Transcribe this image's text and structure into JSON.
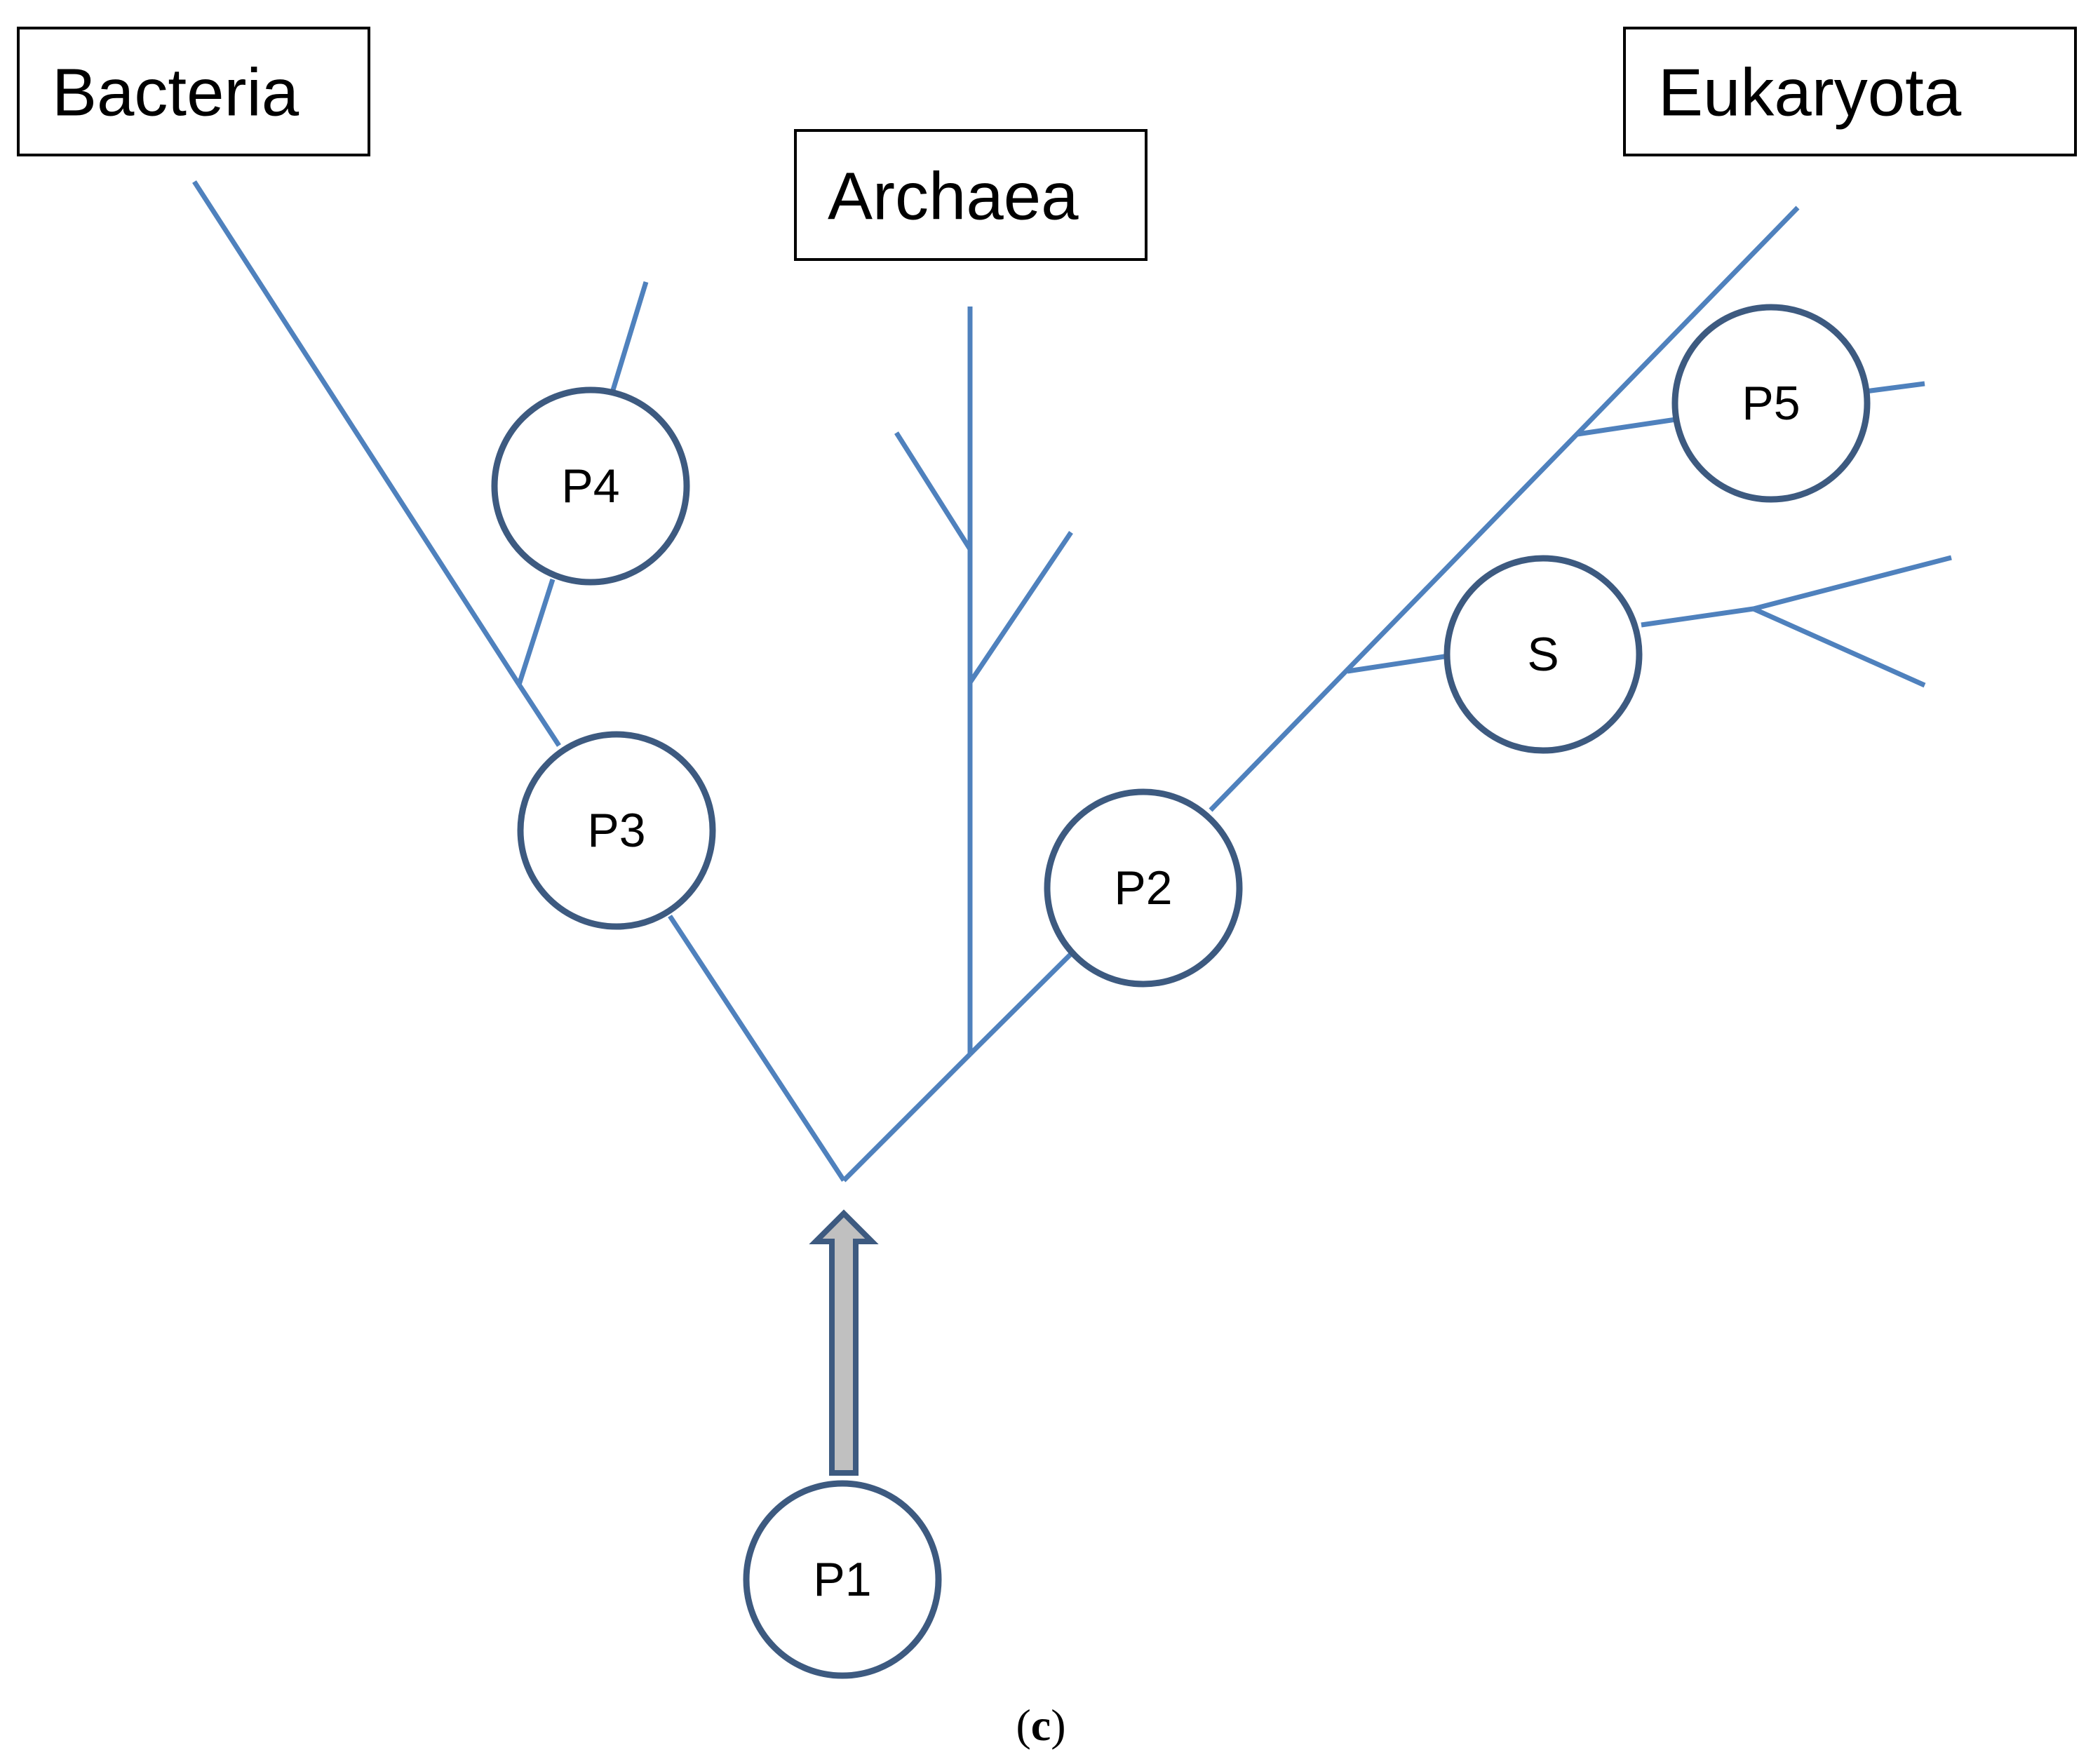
{
  "domains": {
    "bacteria": "Bacteria",
    "archaea": "Archaea",
    "eukaryota": "Eukaryota"
  },
  "nodes": {
    "p1": "P1",
    "p2": "P2",
    "p3": "P3",
    "p4": "P4",
    "p5": "P5",
    "s": "S"
  },
  "caption": {
    "open": "(",
    "letter": "c",
    "close": ")"
  },
  "colors": {
    "branch": "#4f81bd",
    "node_outline": "#3d5a80",
    "arrow_fill": "#c0c0c0"
  }
}
